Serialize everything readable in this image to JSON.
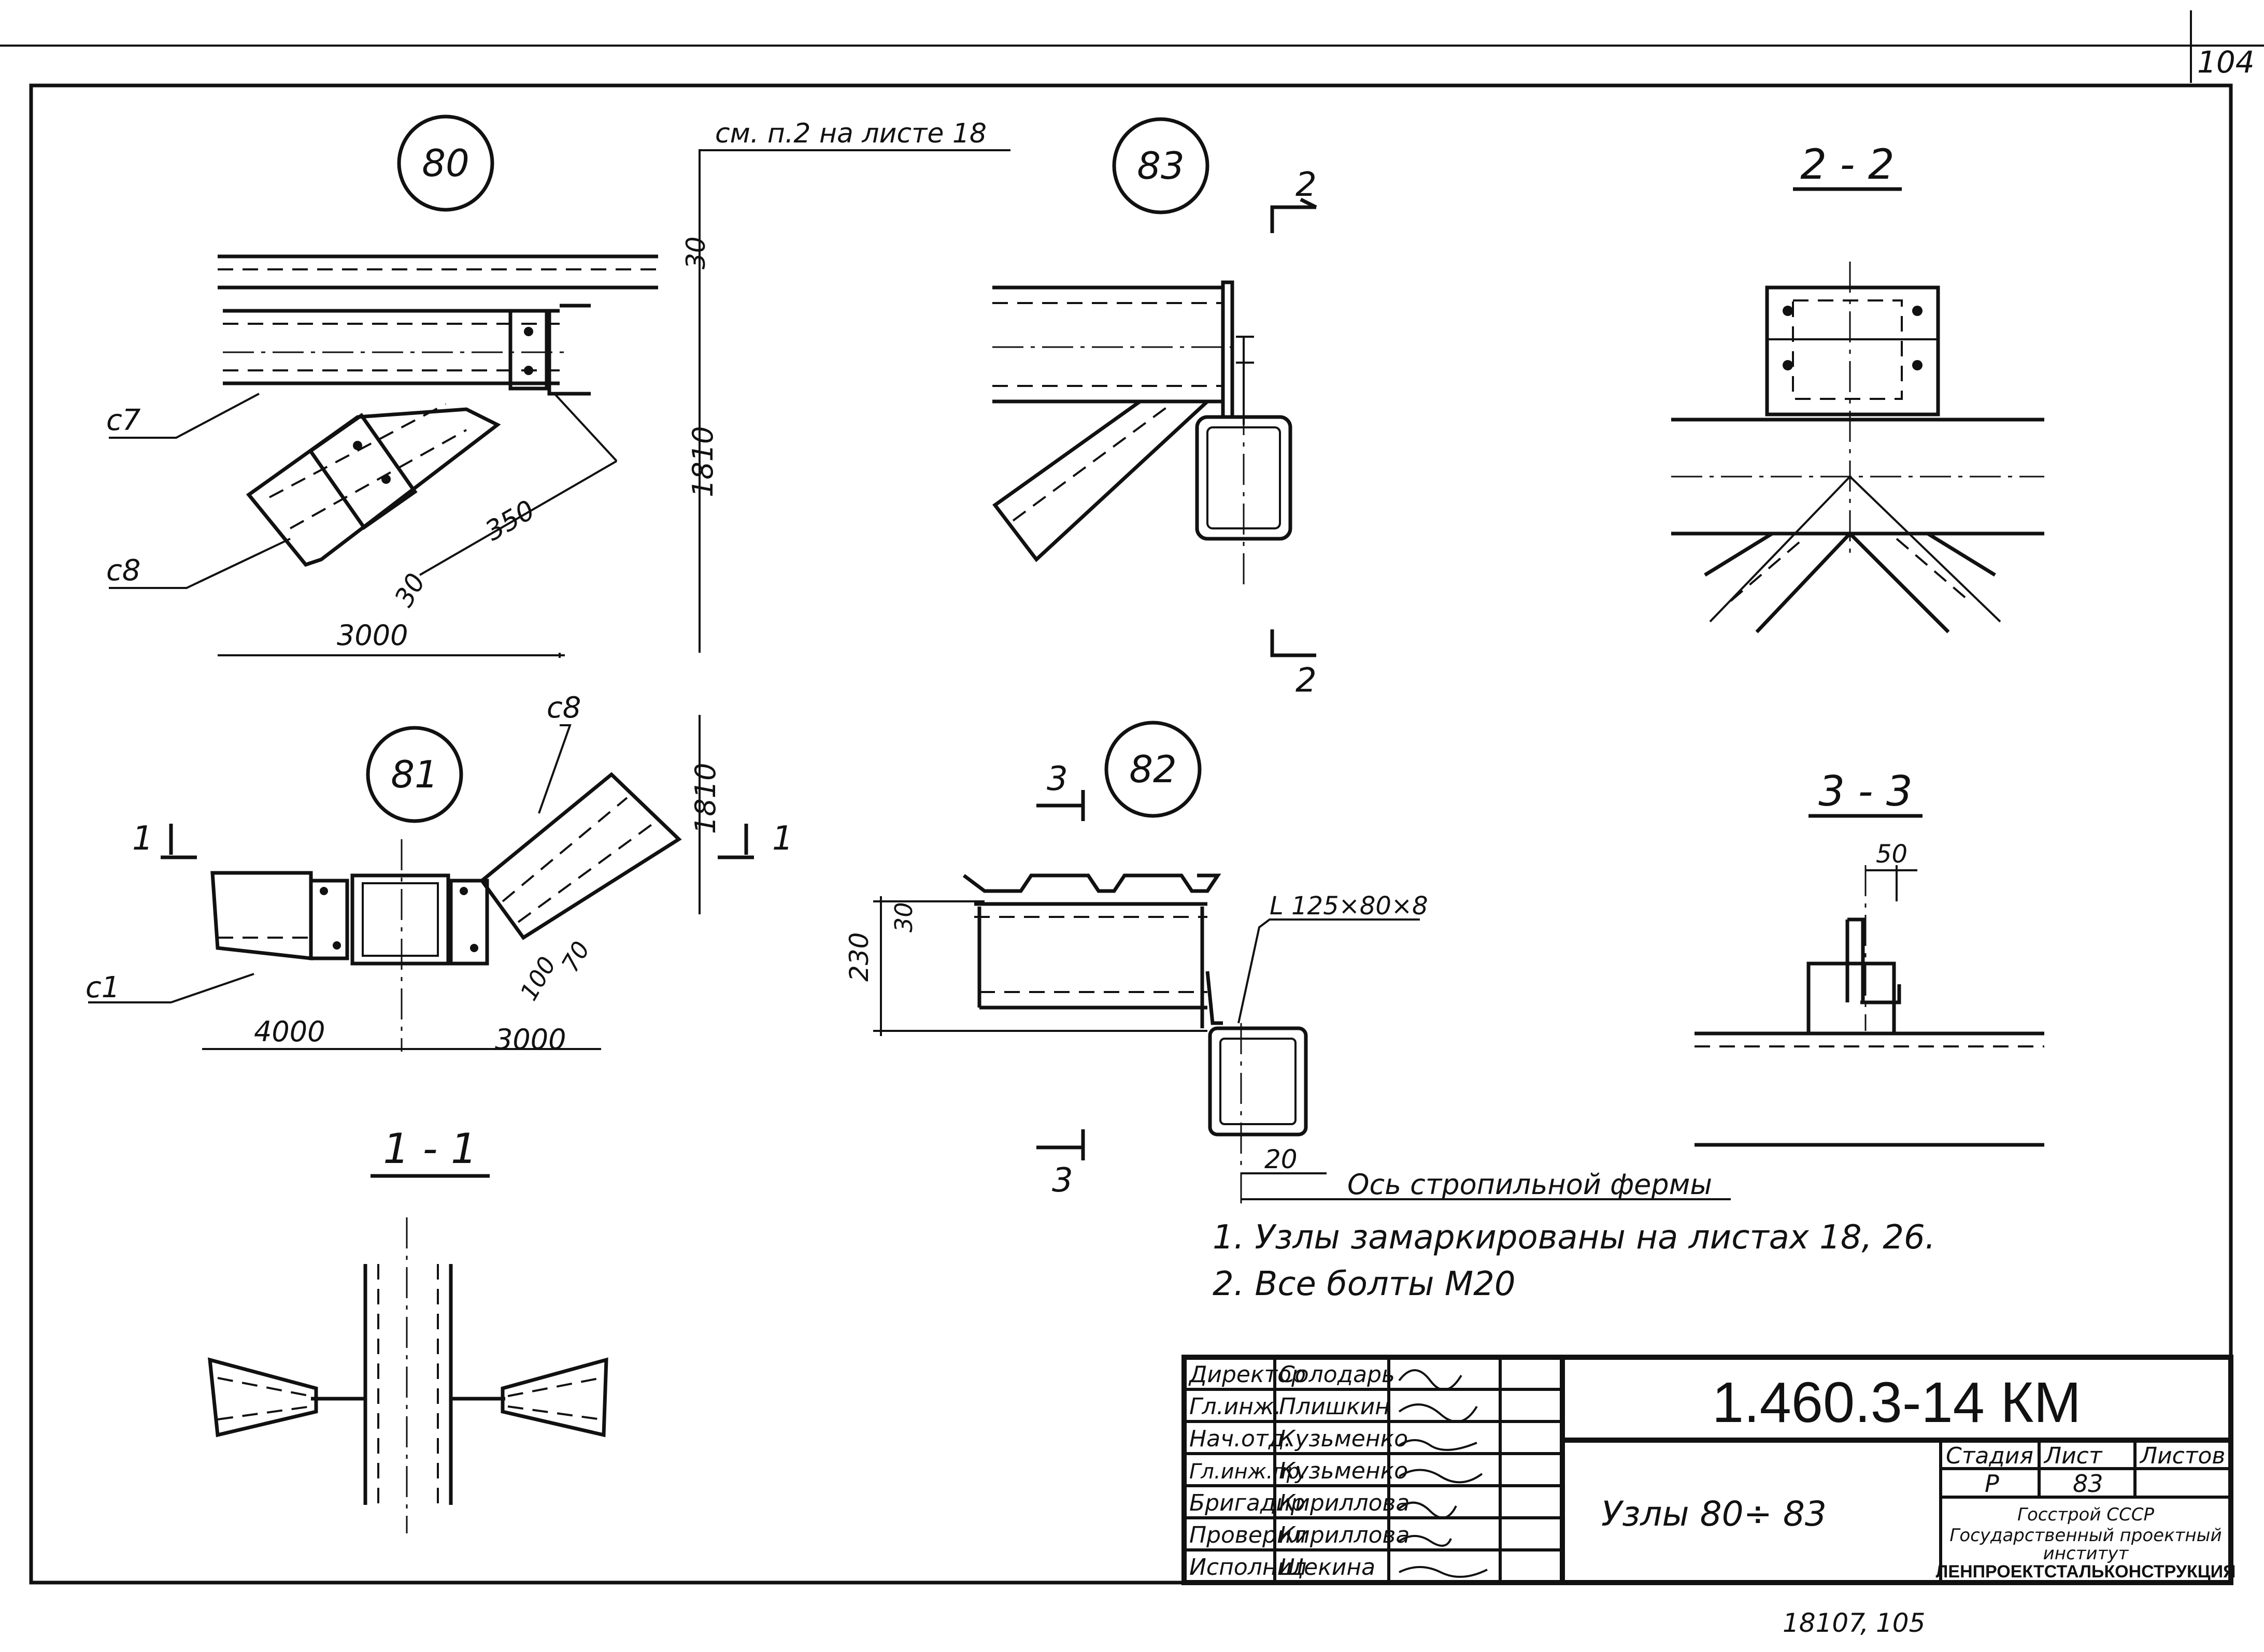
{
  "sheet_corner_number": "104",
  "nodes": {
    "n80": {
      "label": "80",
      "reference_note": "см. п.2 на листе 18",
      "dims": [
        "30",
        "1810",
        "350",
        "30",
        "3000"
      ],
      "members": [
        "с7",
        "с8"
      ]
    },
    "n83": {
      "label": "83",
      "section_marks": [
        "2",
        "2"
      ]
    },
    "section_2_2": {
      "title": "2 - 2"
    },
    "n81": {
      "label": "81",
      "section_marks": [
        "1",
        "1"
      ],
      "dims": [
        "1810",
        "100",
        "70",
        "4000",
        "3000"
      ],
      "members": [
        "с8",
        "с1"
      ]
    },
    "n82": {
      "label": "82",
      "section_marks": [
        "3",
        "3"
      ],
      "dims": [
        "30",
        "230",
        "20"
      ],
      "angle_profile": "L 125×80×8",
      "axis_note": "Ось стропильной фермы"
    },
    "section_3_3": {
      "title": "3 - 3",
      "dims": [
        "50"
      ]
    },
    "section_1_1": {
      "title": "1 - 1"
    }
  },
  "notes": [
    "1. Узлы замаркированы на листах 18, 26.",
    "2. Все болты М20"
  ],
  "title_block": {
    "roles": [
      {
        "role": "Директор",
        "name": "Солодарь"
      },
      {
        "role": "Гл.инж.",
        "name": "Плишкин"
      },
      {
        "role": "Нач.отд.",
        "name": "Кузьменко"
      },
      {
        "role": "Гл.инж.пр.",
        "name": "Кузьменко"
      },
      {
        "role": "Бригадир",
        "name": "Кириллова"
      },
      {
        "role": "Проверил",
        "name": "Кириллова"
      },
      {
        "role": "Исполнил",
        "name": "Щекина"
      }
    ],
    "code": "1.460.3-14 КМ",
    "sheet_title": "Узлы 80÷ 83",
    "col_stage": "Стадия",
    "col_sheet": "Лист",
    "col_sheets": "Листов",
    "stage": "Р",
    "sheet": "83",
    "org_line1": "Госстрой СССР",
    "org_line2": "Государственный проектный",
    "org_line3": "институт",
    "org_line4": "ЛЕНПРОЕКТСТАЛЬКОНСТРУКЦИЯ"
  },
  "footer": {
    "archive_no": "18107",
    "page_no": "105"
  }
}
